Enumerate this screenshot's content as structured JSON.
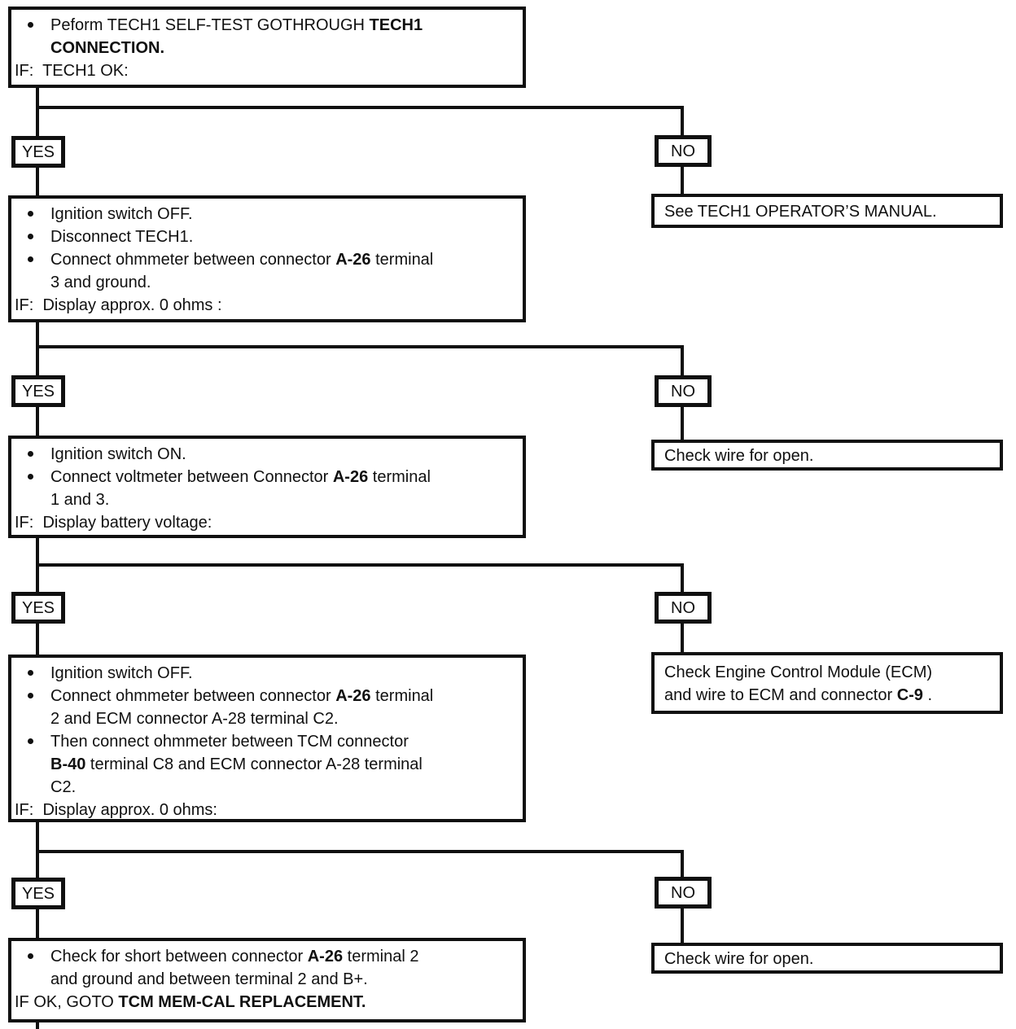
{
  "colors": {
    "ink": "#101010",
    "background": "#ffffff"
  },
  "labels": {
    "yes": "YES",
    "no": "NO"
  },
  "boxes": {
    "step1": {
      "lines": [
        {
          "type": "bullet",
          "segments": [
            {
              "text": "Peform TECH1 SELF-TEST GOTHROUGH "
            },
            {
              "text": "TECH1",
              "bold": true
            }
          ]
        },
        {
          "type": "cont",
          "segments": [
            {
              "text": "CONNECTION.",
              "bold": true
            }
          ]
        },
        {
          "type": "flush",
          "segments": [
            {
              "text": "IF:  TECH1 OK:"
            }
          ]
        }
      ]
    },
    "step2": {
      "lines": [
        {
          "type": "bullet",
          "segments": [
            {
              "text": "Ignition switch OFF."
            }
          ]
        },
        {
          "type": "bullet",
          "segments": [
            {
              "text": "Disconnect TECH1."
            }
          ]
        },
        {
          "type": "bullet",
          "segments": [
            {
              "text": "Connect ohmmeter between connector "
            },
            {
              "text": "A-26",
              "bold": true
            },
            {
              "text": " terminal"
            }
          ]
        },
        {
          "type": "cont",
          "segments": [
            {
              "text": "3 and ground."
            }
          ]
        },
        {
          "type": "flush",
          "segments": [
            {
              "text": "IF:  Display approx. 0 ohms :"
            }
          ]
        }
      ]
    },
    "step3": {
      "lines": [
        {
          "type": "bullet",
          "segments": [
            {
              "text": "Ignition switch ON."
            }
          ]
        },
        {
          "type": "bullet",
          "segments": [
            {
              "text": "Connect voltmeter between Connector "
            },
            {
              "text": "A-26",
              "bold": true
            },
            {
              "text": " terminal"
            }
          ]
        },
        {
          "type": "cont",
          "segments": [
            {
              "text": "1 and 3."
            }
          ]
        },
        {
          "type": "flush",
          "segments": [
            {
              "text": "IF:  Display battery voltage:"
            }
          ]
        }
      ]
    },
    "step4": {
      "lines": [
        {
          "type": "bullet",
          "segments": [
            {
              "text": "Ignition switch OFF."
            }
          ]
        },
        {
          "type": "bullet",
          "segments": [
            {
              "text": "Connect ohmmeter between connector "
            },
            {
              "text": "A-26",
              "bold": true
            },
            {
              "text": " terminal"
            }
          ]
        },
        {
          "type": "cont",
          "segments": [
            {
              "text": "2 and ECM connector A-28 terminal C2."
            }
          ]
        },
        {
          "type": "bullet",
          "segments": [
            {
              "text": "Then connect ohmmeter between TCM connector"
            }
          ]
        },
        {
          "type": "cont",
          "segments": [
            {
              "text": "B-40",
              "bold": true
            },
            {
              "text": " terminal C8 and ECM connector A-28 terminal"
            }
          ]
        },
        {
          "type": "cont",
          "segments": [
            {
              "text": "C2."
            }
          ]
        },
        {
          "type": "flush",
          "segments": [
            {
              "text": "IF:  Display approx. 0 ohms:"
            }
          ]
        }
      ]
    },
    "step5": {
      "lines": [
        {
          "type": "bullet",
          "segments": [
            {
              "text": "Check for short between connector "
            },
            {
              "text": "A-26",
              "bold": true
            },
            {
              "text": " terminal 2"
            }
          ]
        },
        {
          "type": "cont",
          "segments": [
            {
              "text": "and ground and between terminal 2 and B+."
            }
          ]
        },
        {
          "type": "flush",
          "segments": [
            {
              "text": "IF OK, GOTO "
            },
            {
              "text": "TCM MEM-CAL REPLACEMENT.",
              "bold": true
            }
          ]
        }
      ]
    },
    "result1": {
      "lines": [
        {
          "type": "flush",
          "segments": [
            {
              "text": "See TECH1 OPERATOR’S MANUAL."
            }
          ]
        }
      ]
    },
    "result2": {
      "lines": [
        {
          "type": "flush",
          "segments": [
            {
              "text": "Check wire for open."
            }
          ]
        }
      ]
    },
    "result3": {
      "lines": [
        {
          "type": "flush",
          "segments": [
            {
              "text": "Check Engine Control Module (ECM)"
            }
          ]
        },
        {
          "type": "flush",
          "segments": [
            {
              "text": "and wire to ECM and connector "
            },
            {
              "text": "C-9",
              "bold": true
            },
            {
              "text": " ."
            }
          ]
        }
      ]
    },
    "result4": {
      "lines": [
        {
          "type": "flush",
          "segments": [
            {
              "text": "Check wire for open."
            }
          ]
        }
      ]
    }
  }
}
